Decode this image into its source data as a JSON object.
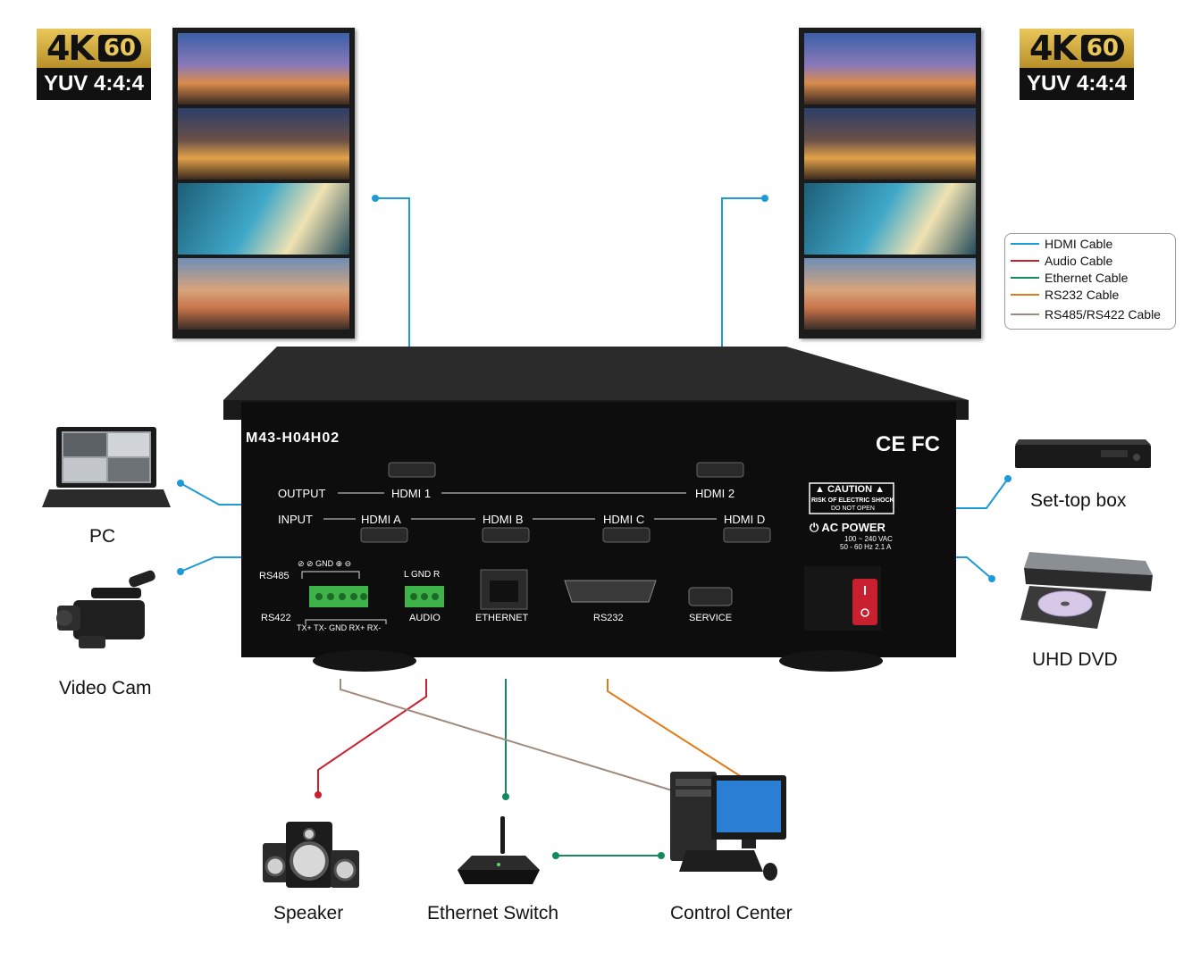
{
  "badges": [
    {
      "resolution": "4K",
      "fps": "60",
      "format": "YUV 4:4:4"
    },
    {
      "resolution": "4K",
      "fps": "60",
      "format": "YUV 4:4:4"
    }
  ],
  "device": {
    "model": "M43-H04H02",
    "certs": "CE FC",
    "output_label": "OUTPUT",
    "input_label": "INPUT",
    "outputs": [
      "HDMI 1",
      "HDMI 2"
    ],
    "inputs": [
      "HDMI A",
      "HDMI B",
      "HDMI C",
      "HDMI D"
    ],
    "caution_title": "CAUTION",
    "caution_line1": "RISK OF ELECTRIC SHOCK",
    "caution_line2": "DO NOT OPEN",
    "power_title": "AC POWER",
    "power_volts": "100 ~ 240 VAC",
    "power_freq": "50 - 60 Hz  2.1 A",
    "ports": {
      "rs485": "RS485",
      "rs422": "RS422",
      "rs485_pins": "⊘   ⊘  GND  ⊕   ⊖",
      "rs422_pins": "TX+  TX-  GND  RX+  RX-",
      "audio_pins": "L  GND  R",
      "audio": "AUDIO",
      "ethernet": "ETHERNET",
      "rs232": "RS232",
      "service": "SERVICE"
    }
  },
  "legend": [
    {
      "label": "HDMI Cable",
      "color": "#1e9ad6"
    },
    {
      "label": "Audio Cable",
      "color": "#c8202f"
    },
    {
      "label": "Ethernet Cable",
      "color": "#138a5e"
    },
    {
      "label": "RS232 Cable",
      "color": "#e07b1a"
    },
    {
      "label": "RS485/RS422 Cable",
      "color": "#a08c7e"
    }
  ],
  "sources": {
    "pc": "PC",
    "video_cam": "Video Cam",
    "set_top_box": "Set-top box",
    "uhd_dvd": "UHD DVD"
  },
  "peripherals": {
    "speaker": "Speaker",
    "ethernet_switch": "Ethernet Switch",
    "control_center": "Control Center"
  },
  "icons": {
    "monitor": "display-icon",
    "laptop": "laptop-icon",
    "camera": "video-camera-icon",
    "stb": "set-top-box-icon",
    "dvd": "dvd-player-icon",
    "speaker": "speaker-icon",
    "router": "router-icon",
    "computer": "desktop-computer-icon"
  }
}
